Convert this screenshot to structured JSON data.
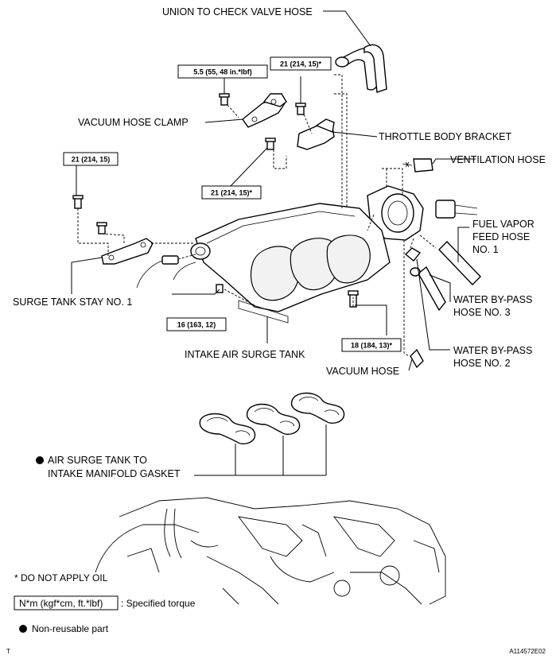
{
  "labels": {
    "union_hose": "UNION TO CHECK VALVE HOSE",
    "vacuum_clamp": "VACUUM HOSE CLAMP",
    "throttle_bracket": "THROTTLE BODY BRACKET",
    "ventilation_hose": "VENTILATION HOSE",
    "fuel_vapor_1": "FUEL VAPOR",
    "fuel_vapor_2": "FEED HOSE",
    "fuel_vapor_3": "NO. 1",
    "surge_stay": "SURGE TANK STAY NO. 1",
    "water_bypass3_1": "WATER BY-PASS",
    "water_bypass3_2": "HOSE NO. 3",
    "water_bypass2_1": "WATER BY-PASS",
    "water_bypass2_2": "HOSE NO. 2",
    "intake_tank": "INTAKE AIR SURGE TANK",
    "vacuum_hose": "VACUUM HOSE",
    "gasket_1": "AIR SURGE TANK TO",
    "gasket_2": "INTAKE MANIFOLD GASKET"
  },
  "torques": {
    "t_clamp": "5.5 (55, 48 in.*lbf)",
    "t_bracket_top": "21 (214, 15)*",
    "t_stay": "21 (214, 15)",
    "t_bracket_low": "21 (214, 15)*",
    "t_tank": "16 (163, 12)",
    "t_right": "18 (184, 13)*"
  },
  "legend": {
    "no_oil": "* DO NOT APPLY OIL",
    "unit_box": "N*m (kgf*cm, ft.*lbf)",
    "unit_desc": ": Specified torque",
    "non_reusable": "Non-reusable part"
  },
  "footer": {
    "left_mark": "T",
    "figure_code": "A114572E02"
  },
  "colors": {
    "ink": "#000000",
    "paper": "#ffffff"
  }
}
